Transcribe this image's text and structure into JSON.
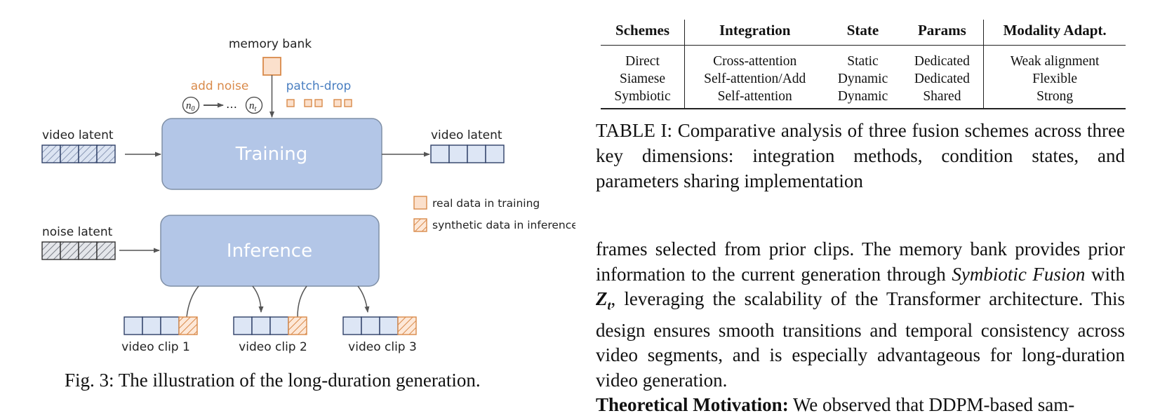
{
  "figure": {
    "memory_bank_label": "memory bank",
    "add_noise_label": "add noise",
    "patch_drop_label": "patch-drop",
    "noise_symbol": "n",
    "noise_subscript": "0",
    "noise_subscript_end": "t",
    "ellipsis": "…",
    "training_label": "Training",
    "inference_label": "Inference",
    "video_latent_in": "video latent",
    "video_latent_out": "video latent",
    "noise_latent": "noise latent",
    "legend_real": "real data in training",
    "legend_synthetic": "synthetic data in inference",
    "clip1": "video clip 1",
    "clip2": "video clip 2",
    "clip3": "video clip 3",
    "caption": "Fig. 3: The illustration of the long-duration generation."
  },
  "table": {
    "headers": [
      "Schemes",
      "Integration",
      "State",
      "Params",
      "Modality Adapt."
    ],
    "rows": [
      [
        "Direct",
        "Cross-attention",
        "Static",
        "Dedicated",
        "Weak alignment"
      ],
      [
        "Siamese",
        "Self-attention/Add",
        "Dynamic",
        "Dedicated",
        "Flexible"
      ],
      [
        "Symbiotic",
        "Self-attention",
        "Dynamic",
        "Shared",
        "Strong"
      ]
    ],
    "caption": "TABLE I: Comparative analysis of three fusion schemes across three key dimensions: integration methods, condition states, and parameters sharing implementation"
  },
  "body": {
    "p1_a": "frames selected from prior clips. The memory bank provides prior information to the current generation through ",
    "p1_em": "Symbiotic Fusion",
    "p1_b": " with ",
    "p1_math": "Z",
    "p1_math_sub": "t",
    "p1_c": ", leveraging the scalability of the Transformer architecture. This design ensures smooth transitions and temporal consistency across video segments, and is especially advantageous for long-duration video generation.",
    "p2_bold": "Theoretical Motivation:",
    "p2_text": " We observed that DDPM-based sam-"
  },
  "colors": {
    "box_fill": "#b3c6e7",
    "box_stroke": "#7f8fa6",
    "orange": "#d98a4a",
    "orange_fill": "#fbe0cc",
    "blue_text": "#4a7fc1",
    "cell_fill": "#dde6f5",
    "cell_stroke": "#2e3f66"
  }
}
